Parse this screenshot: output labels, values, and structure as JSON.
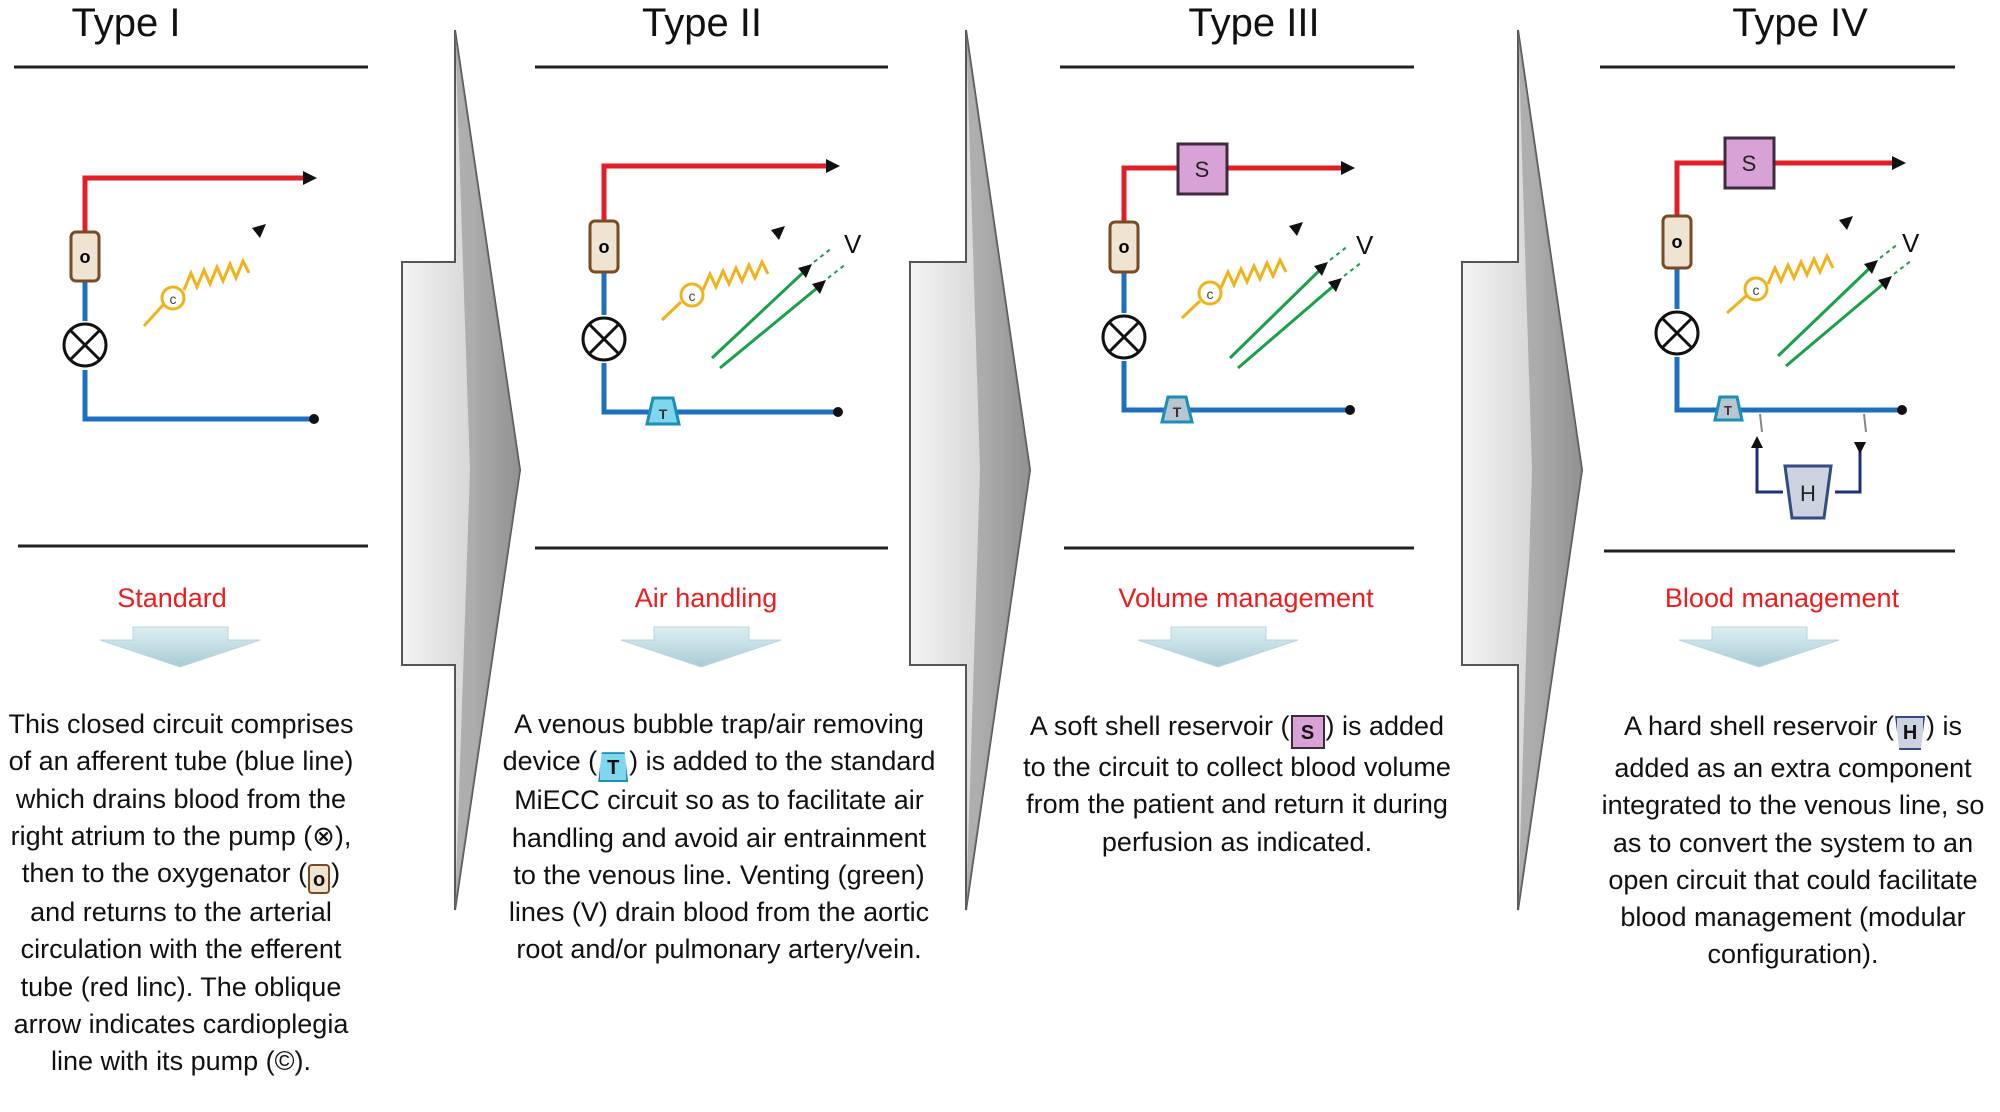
{
  "panels": [
    {
      "title": "Type I",
      "category": "Standard",
      "description_parts": [
        "This closed circuit comprises of an afferent tube (blue line) which drains blood from the right atrium to the pump (⊗), then to the oxygenator (",
        "o",
        ") and returns to the arterial circulation with the efferent tube (red linc). The oblique arrow indicates cardioplegia line with its pump (©)."
      ]
    },
    {
      "title": "Type II",
      "category": "Air handling",
      "description_parts": [
        "A venous bubble trap/air removing device (",
        "T",
        ") is added to the standard MiECC circuit so as to facilitate air handling and avoid air entrainment to the venous line. Venting (green) lines (V) drain blood from the aortic root and/or pulmonary artery/vein."
      ]
    },
    {
      "title": "Type III",
      "category": "Volume management",
      "description_parts": [
        "A soft shell reservoir (",
        "S",
        ") is added to the circuit to collect blood volume from the patient and return it during perfusion as indicated."
      ]
    },
    {
      "title": "Type IV",
      "category": "Blood management",
      "description_parts": [
        "A hard shell reservoir (",
        "H",
        ") is added as an extra component integrated to the venous line, so as to convert the system to an open circuit that could facilitate blood management (modular configuration)."
      ]
    }
  ],
  "circuit_labels": {
    "oxygenator": "o",
    "cardioplegia_pump": "c",
    "bubble_trap": "T",
    "soft_reservoir": "S",
    "hard_reservoir": "H",
    "vent": "V"
  },
  "colors": {
    "arterial_line": "#e41e26",
    "venous_line": "#1e6fc0",
    "cardioplegia_line": "#f2b21c",
    "vent_line": "#1aa04a",
    "category_text": "#ee1c1c",
    "down_arrow": "#cfe6ea"
  }
}
